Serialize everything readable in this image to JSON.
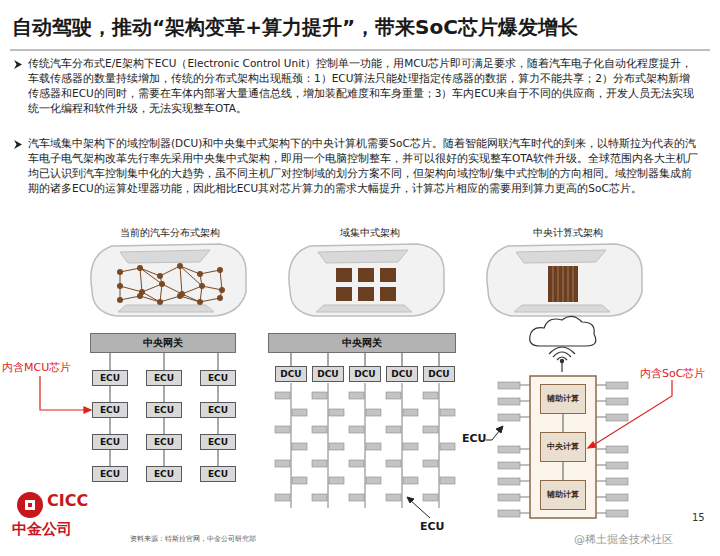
{
  "diagram": {
    "title": "自动驾驶，推动“架构变革+算力提升”，带来SoC芯片爆发增长",
    "nodes": [
      {
        "text": [
          "中央网关"
        ]
      },
      {
        "text": [
          "ECU"
        ]
      },
      {
        "text": [
          "ECU"
        ]
      },
      {
        "text": [
          "ECU"
        ]
      },
      {
        "text": [
          "ECU"
        ]
      },
      {
        "text": [
          "ECU"
        ]
      },
      {
        "text": [
          "ECU"
        ]
      },
      {
        "text": [
          "ECU"
        ]
      },
      {
        "text": [
          "ECU"
        ]
      },
      {
        "text": [
          "ECU"
        ]
      },
      {
        "text": [
          "ECU"
        ]
      },
      {
        "text": [
          "ECU"
        ]
      },
      {
        "text": [
          "ECU"
        ]
      },
      {
        "text": [
          "中央网关"
        ]
      },
      {
        "text": [
          "DCU"
        ]
      },
      {
        "text": [
          "DCU"
        ]
      },
      {
        "text": [
          "DCU"
        ]
      },
      {
        "text": [
          "DCU"
        ]
      },
      {
        "text": [
          "DCU"
        ]
      },
      {
        "text": [
          "辅助计算"
        ]
      },
      {
        "text": [
          "中央计算"
        ]
      },
      {
        "text": [
          "辅助计算"
        ]
      }
    ],
    "edges": [
      {
        "from": 0,
        "to": 1,
        "arrow": "none"
      },
      {
        "from": 0,
        "to": 2,
        "arrow": "none"
      },
      {
        "from": 0,
        "to": 3,
        "arrow": "none"
      },
      {
        "from": 1,
        "to": 4,
        "arrow": "none"
      },
      {
        "from": 4,
        "to": 7,
        "arrow": "none"
      },
      {
        "from": 7,
        "to": 10,
        "arrow": "none"
      },
      {
        "from": 2,
        "to": 5,
        "arrow": "none"
      },
      {
        "from": 5,
        "to": 8,
        "arrow": "none"
      },
      {
        "from": 8,
        "to": 11,
        "arrow": "none"
      },
      {
        "from": 3,
        "to": 6,
        "arrow": "none"
      },
      {
        "from": 6,
        "to": 9,
        "arrow": "none"
      },
      {
        "from": 9,
        "to": 12,
        "arrow": "none"
      },
      {
        "from": 13,
        "to": 14,
        "arrow": "none"
      },
      {
        "from": 13,
        "to": 15,
        "arrow": "none"
      },
      {
        "from": 13,
        "to": 16,
        "arrow": "none"
      },
      {
        "from": 13,
        "to": 17,
        "arrow": "none"
      },
      {
        "from": 13,
        "to": 18,
        "arrow": "none"
      },
      {
        "from": 19,
        "to": 20,
        "arrow": "none"
      },
      {
        "from": 20,
        "to": 21,
        "arrow": "none"
      }
    ],
    "labels": [
      "传统汽车分布式E/E架构下ECU（Electronic Control Unit）控制单一功能，用MCU芯片即可满足要求，随着汽车电子化自动化程度提升，车载传感器的数量持续增加，传统的分布式架构出现瓶颈：1）ECU算法只能处理指定传感器的数据，算力不能共享；2）分布式架构新增传感器和ECU的同时，需要在车体内部署大量通信总线，增加装配难度和车身重量；3）车内ECU来自于不同的供应商，开发人员无法实现统一化编程和软件升级，无法实现整车OTA。",
      "汽车域集中架构下的域控制器(DCU)和中央集中式架构下的中央计算机需要SoC芯片。随着智能网联汽车时代的到来，以特斯拉为代表的汽车电子电气架构改革先行率先采用中央集中式架构，即用一个电脑控制整车，并可以很好的实现整车OTA软件升级。全球范围内各大主机厂均已认识到汽车控制集中化的大趋势，虽不同主机厂对控制域的划分方案不同，但架构向域控制/集中式控制的方向相同。域控制器集成前期的诸多ECU的运算处理器功能，因此相比ECU其对芯片算力的需求大幅提升，计算芯片相应的需要用到算力更高的SoC芯片。",
      "当前的汽车分布式架构",
      "域集中式架构",
      "中央计算式架构",
      "内含MCU芯片",
      "ECU",
      "ECU",
      "内含SoC芯片",
      "CICC",
      "中金公司",
      "资料来源：特斯拉官网，中金公司研究部",
      "15",
      "@稀土掘金技术社区"
    ]
  }
}
